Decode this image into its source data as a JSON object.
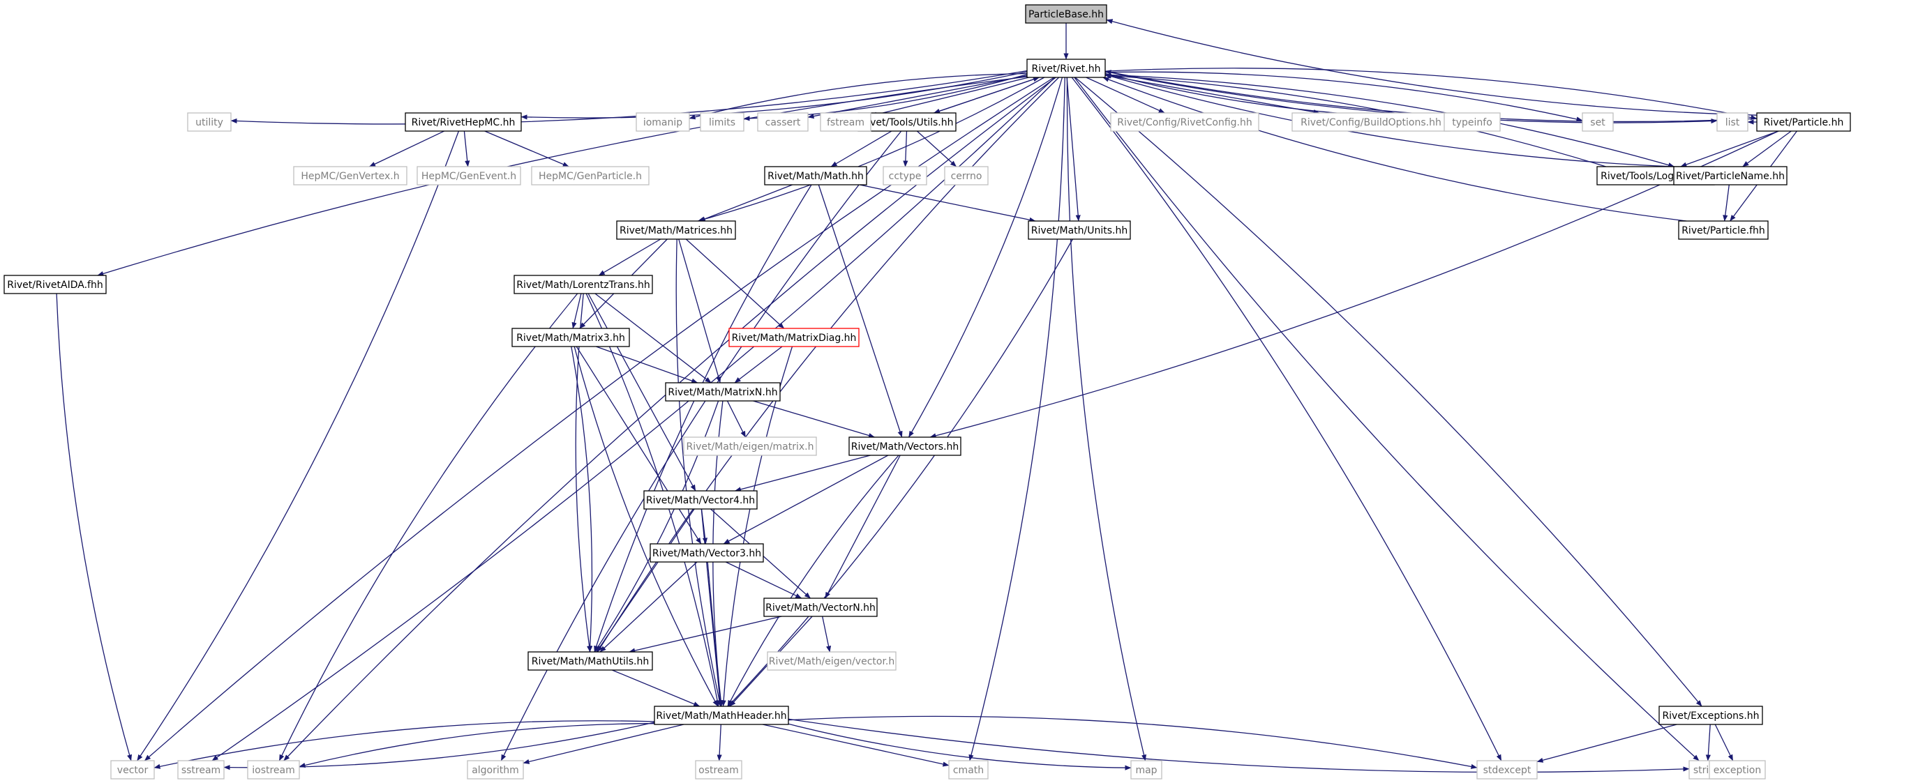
{
  "colors": {
    "edge": "#191970",
    "node_border": "#000000",
    "node_fill": "#ffffff",
    "focus_fill": "#bfbfbf",
    "external_border": "#bfbfbf",
    "external_text": "#7f7f7f",
    "missing_border": "#ff0000"
  },
  "nodes": {
    "particlebase": {
      "label": "ParticleBase.hh",
      "kind": "focus"
    },
    "rivet": {
      "label": "Rivet/Rivet.hh",
      "kind": "internal"
    },
    "rivethepmc": {
      "label": "Rivet/RivetHepMC.hh",
      "kind": "internal"
    },
    "tools_utils": {
      "label": "Rivet/Tools/Utils.hh",
      "kind": "internal"
    },
    "particle_hh": {
      "label": "Rivet/Particle.hh",
      "kind": "internal"
    },
    "rivetaida": {
      "label": "Rivet/RivetAIDA.fhh",
      "kind": "internal"
    },
    "math_math": {
      "label": "Rivet/Math/Math.hh",
      "kind": "internal"
    },
    "matrices": {
      "label": "Rivet/Math/Matrices.hh",
      "kind": "internal"
    },
    "lorentztrans": {
      "label": "Rivet/Math/LorentzTrans.hh",
      "kind": "internal"
    },
    "matrix3": {
      "label": "Rivet/Math/Matrix3.hh",
      "kind": "internal"
    },
    "matrixdiag": {
      "label": "Rivet/Math/MatrixDiag.hh",
      "kind": "missing"
    },
    "matrixn": {
      "label": "Rivet/Math/MatrixN.hh",
      "kind": "internal"
    },
    "units": {
      "label": "Rivet/Math/Units.hh",
      "kind": "internal"
    },
    "vectors": {
      "label": "Rivet/Math/Vectors.hh",
      "kind": "internal"
    },
    "vector4": {
      "label": "Rivet/Math/Vector4.hh",
      "kind": "internal"
    },
    "vector3": {
      "label": "Rivet/Math/Vector3.hh",
      "kind": "internal"
    },
    "vectorn": {
      "label": "Rivet/Math/VectorN.hh",
      "kind": "internal"
    },
    "mathutils": {
      "label": "Rivet/Math/MathUtils.hh",
      "kind": "internal"
    },
    "mathheader": {
      "label": "Rivet/Math/MathHeader.hh",
      "kind": "internal"
    },
    "logging": {
      "label": "Rivet/Tools/Logging.hh",
      "kind": "internal"
    },
    "particlename": {
      "label": "Rivet/ParticleName.hh",
      "kind": "internal"
    },
    "particle_fhh": {
      "label": "Rivet/Particle.fhh",
      "kind": "internal"
    },
    "exceptions": {
      "label": "Rivet/Exceptions.hh",
      "kind": "internal"
    },
    "utility": {
      "label": "utility",
      "kind": "external"
    },
    "iomanip": {
      "label": "iomanip",
      "kind": "external"
    },
    "limits": {
      "label": "limits",
      "kind": "external"
    },
    "cassert": {
      "label": "cassert",
      "kind": "external"
    },
    "fstream": {
      "label": "fstream",
      "kind": "external"
    },
    "rivetconfig": {
      "label": "Rivet/Config/RivetConfig.hh",
      "kind": "external"
    },
    "buildoptions": {
      "label": "Rivet/Config/BuildOptions.hh",
      "kind": "external"
    },
    "typeinfo": {
      "label": "typeinfo",
      "kind": "external"
    },
    "set": {
      "label": "set",
      "kind": "external"
    },
    "list": {
      "label": "list",
      "kind": "external"
    },
    "genvertex": {
      "label": "HepMC/GenVertex.h",
      "kind": "external"
    },
    "genevent": {
      "label": "HepMC/GenEvent.h",
      "kind": "external"
    },
    "genparticle": {
      "label": "HepMC/GenParticle.h",
      "kind": "external"
    },
    "cctype": {
      "label": "cctype",
      "kind": "external"
    },
    "cerrno": {
      "label": "cerrno",
      "kind": "external"
    },
    "eigen_matrix": {
      "label": "Rivet/Math/eigen/matrix.h",
      "kind": "external"
    },
    "eigen_vector": {
      "label": "Rivet/Math/eigen/vector.h",
      "kind": "external"
    },
    "vector": {
      "label": "vector",
      "kind": "external"
    },
    "sstream": {
      "label": "sstream",
      "kind": "external"
    },
    "iostream": {
      "label": "iostream",
      "kind": "external"
    },
    "algorithm": {
      "label": "algorithm",
      "kind": "external"
    },
    "ostream": {
      "label": "ostream",
      "kind": "external"
    },
    "cmath": {
      "label": "cmath",
      "kind": "external"
    },
    "map": {
      "label": "map",
      "kind": "external"
    },
    "stdexcept": {
      "label": "stdexcept",
      "kind": "external"
    },
    "string": {
      "label": "string",
      "kind": "external"
    },
    "exception": {
      "label": "exception",
      "kind": "external"
    }
  },
  "edges": [
    [
      "particlebase",
      "rivet"
    ],
    [
      "rivet",
      "utility"
    ],
    [
      "rivet",
      "iomanip"
    ],
    [
      "rivet",
      "limits"
    ],
    [
      "rivet",
      "cassert"
    ],
    [
      "rivet",
      "fstream"
    ],
    [
      "rivet",
      "rivetconfig"
    ],
    [
      "rivet",
      "buildoptions"
    ],
    [
      "rivet",
      "typeinfo"
    ],
    [
      "rivet",
      "set"
    ],
    [
      "rivet",
      "list"
    ],
    [
      "rivet",
      "rivethepmc"
    ],
    [
      "rivet",
      "tools_utils"
    ],
    [
      "rivet",
      "particle_hh"
    ],
    [
      "rivet",
      "rivetaida"
    ],
    [
      "rivet",
      "matrices"
    ],
    [
      "rivet",
      "units"
    ],
    [
      "rivet",
      "vectors"
    ],
    [
      "rivet",
      "mathutils"
    ],
    [
      "rivet",
      "exceptions"
    ],
    [
      "rivet",
      "vector"
    ],
    [
      "rivet",
      "sstream"
    ],
    [
      "rivet",
      "iostream"
    ],
    [
      "rivet",
      "cmath"
    ],
    [
      "rivet",
      "map"
    ],
    [
      "rivet",
      "stdexcept"
    ],
    [
      "rivet",
      "string"
    ],
    [
      "rivet",
      "particlename"
    ],
    [
      "rivethepmc",
      "genvertex"
    ],
    [
      "rivethepmc",
      "genevent"
    ],
    [
      "rivethepmc",
      "genparticle"
    ],
    [
      "rivethepmc",
      "vector"
    ],
    [
      "tools_utils",
      "rivet"
    ],
    [
      "tools_utils",
      "cctype"
    ],
    [
      "tools_utils",
      "cerrno"
    ],
    [
      "tools_utils",
      "math_math"
    ],
    [
      "tools_utils",
      "algorithm"
    ],
    [
      "particle_hh",
      "rivet"
    ],
    [
      "particle_hh",
      "logging"
    ],
    [
      "particle_hh",
      "particlename"
    ],
    [
      "particle_hh",
      "particle_fhh"
    ],
    [
      "particle_hh",
      "vectors"
    ],
    [
      "particle_hh",
      "list"
    ],
    [
      "particle_hh",
      "particlebase"
    ],
    [
      "logging",
      "rivet"
    ],
    [
      "particlename",
      "rivet"
    ],
    [
      "particlename",
      "particle_fhh"
    ],
    [
      "particle_fhh",
      "rivet"
    ],
    [
      "rivetaida",
      "vector"
    ],
    [
      "math_math",
      "matrices"
    ],
    [
      "math_math",
      "units"
    ],
    [
      "math_math",
      "vectors"
    ],
    [
      "math_math",
      "mathutils"
    ],
    [
      "units",
      "mathheader"
    ],
    [
      "matrices",
      "lorentztrans"
    ],
    [
      "matrices",
      "matrix3"
    ],
    [
      "matrices",
      "matrixdiag"
    ],
    [
      "matrices",
      "matrixn"
    ],
    [
      "matrices",
      "mathheader"
    ],
    [
      "lorentztrans",
      "matrix3"
    ],
    [
      "lorentztrans",
      "matrixn"
    ],
    [
      "lorentztrans",
      "vector4"
    ],
    [
      "lorentztrans",
      "mathutils"
    ],
    [
      "lorentztrans",
      "mathheader"
    ],
    [
      "lorentztrans",
      "iostream"
    ],
    [
      "matrix3",
      "matrixn"
    ],
    [
      "matrix3",
      "vector3"
    ],
    [
      "matrix3",
      "mathutils"
    ],
    [
      "matrix3",
      "mathheader"
    ],
    [
      "matrixdiag",
      "matrixn"
    ],
    [
      "matrixdiag",
      "mathheader"
    ],
    [
      "matrixn",
      "vectors"
    ],
    [
      "matrixn",
      "eigen_matrix"
    ],
    [
      "matrixn",
      "mathutils"
    ],
    [
      "matrixn",
      "mathheader"
    ],
    [
      "vectors",
      "vector4"
    ],
    [
      "vectors",
      "vector3"
    ],
    [
      "vectors",
      "vectorn"
    ],
    [
      "vectors",
      "mathheader"
    ],
    [
      "vector4",
      "vector3"
    ],
    [
      "vector4",
      "vectorn"
    ],
    [
      "vector4",
      "mathutils"
    ],
    [
      "vector4",
      "mathheader"
    ],
    [
      "vector3",
      "vectorn"
    ],
    [
      "vector3",
      "mathutils"
    ],
    [
      "vector3",
      "mathheader"
    ],
    [
      "vectorn",
      "eigen_vector"
    ],
    [
      "vectorn",
      "mathutils"
    ],
    [
      "vectorn",
      "mathheader"
    ],
    [
      "mathutils",
      "mathheader"
    ],
    [
      "mathheader",
      "vector"
    ],
    [
      "mathheader",
      "sstream"
    ],
    [
      "mathheader",
      "iostream"
    ],
    [
      "mathheader",
      "algorithm"
    ],
    [
      "mathheader",
      "ostream"
    ],
    [
      "mathheader",
      "cmath"
    ],
    [
      "mathheader",
      "map"
    ],
    [
      "mathheader",
      "stdexcept"
    ],
    [
      "mathheader",
      "string"
    ],
    [
      "exceptions",
      "stdexcept"
    ],
    [
      "exceptions",
      "string"
    ],
    [
      "exceptions",
      "exception"
    ]
  ]
}
